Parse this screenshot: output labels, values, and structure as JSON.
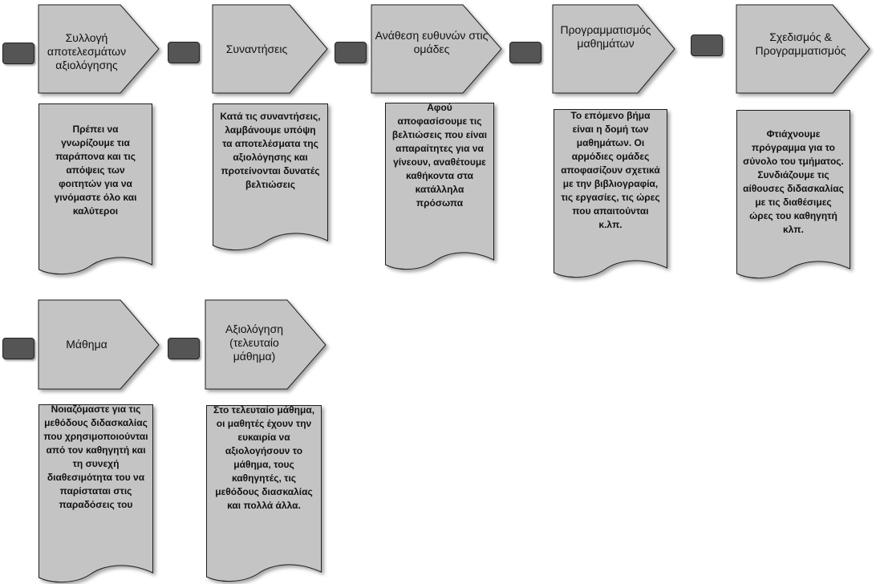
{
  "colors": {
    "shape_fill": "#c4c4c4",
    "shape_stroke": "#1e1e1e",
    "connector_fill": "#555555"
  },
  "steps": [
    {
      "title": "Συλλογή αποτελεσμάτων αξιολόγησης",
      "note": "Πρέπει να γνωρίζουμε τια παράπονα και τις απόψεις των φοιτητών για να γινόμαστε όλο και καλύτεροι"
    },
    {
      "title": "Συναντήσεις",
      "note": "Κατά τις συναντήσεις, λαμβάνουμε υπόψη τα αποτελέσματα της αξιολόγησης και προτείνονται δυνατές βελτιώσεις"
    },
    {
      "title": "Ανάθεση ευθυνών στις ομάδες",
      "note": "Αφού αποφασίσουμε τις βελτιώσεις που είναι απαραίτητες για να γίνεουν, αναθέτουμε καθήκοντα στα κατάλληλα πρόσωπα"
    },
    {
      "title": "Προγραμματισμός μαθημάτων",
      "note": "Το επόμενο βήμα είναι η δομή των μαθημάτων. Οι αρμόδιες ομάδες αποφασίζουν σχετικά με την βιβλιογραφία, τις εργασίες, τις ώρες που απαιτούνται κ.λπ."
    },
    {
      "title": "Σχεδισμός & Προγραμματισμός",
      "note": "Φτιάχνουμε πρόγραμμα για το σύνολο του τμήματος. Συνδιάζουμε τις αίθουσες διδασκαλίας με τις διαθέσιμες ώρες του καθηγητή κλπ."
    },
    {
      "title": "Μάθημα",
      "note": "Νοιαζόμαστε για τις μεθόδους διδασκαλίας που χρησιμοποιούνται από τον καθηγητή και τη συνεχή διαθεσιμότητα του να παρίσταται στις παραδόσεις του"
    },
    {
      "title": "Αξιολόγηση (τελευταίο μάθημα)",
      "note": "Στο τελευταίο μάθημα, οι μαθητές έχουν την ευκαιρία να αξιολογήσουν το μάθημα, τους καθηγητές, τις μεθόδους διασκαλίας και πολλά άλλα."
    }
  ]
}
